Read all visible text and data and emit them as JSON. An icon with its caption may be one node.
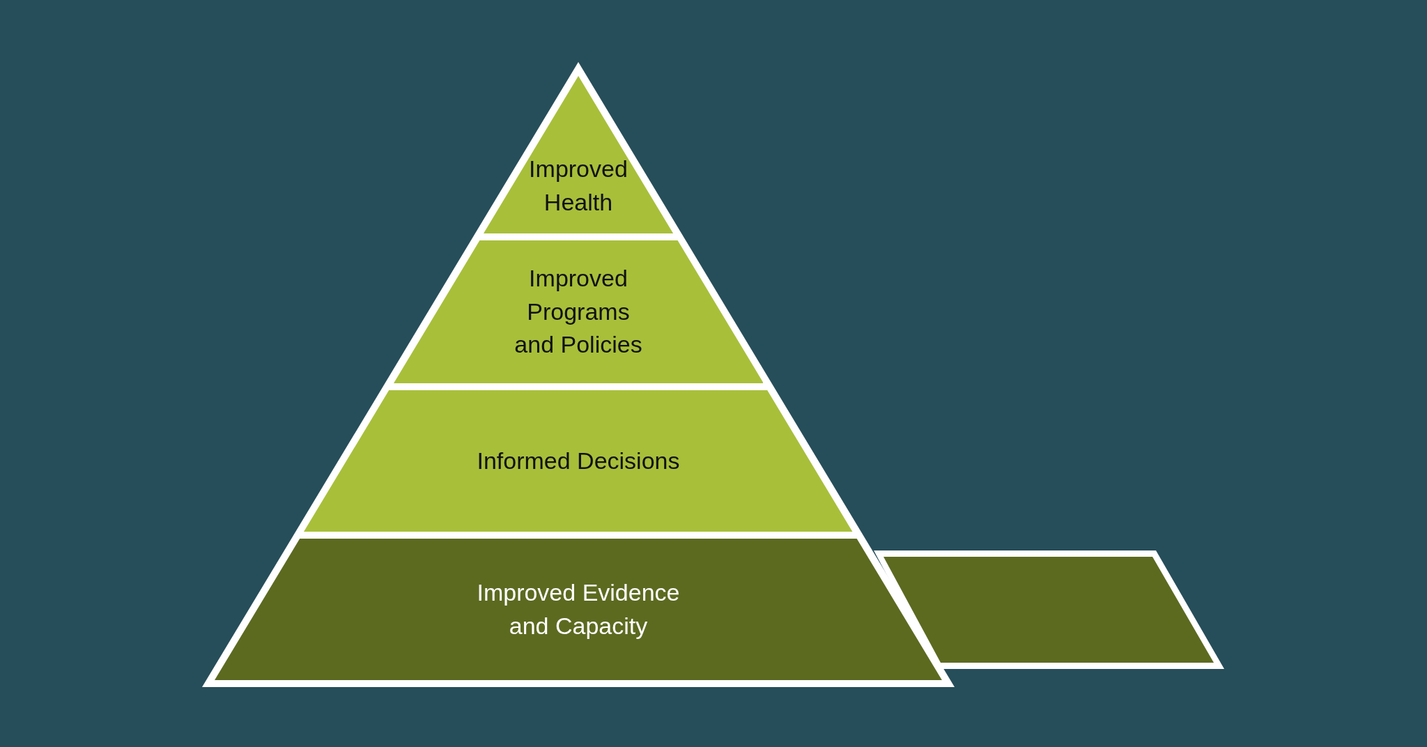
{
  "diagram": {
    "nodes": [
      {
        "text": [
          "Improved Health"
        ]
      },
      {
        "text": [
          "Improved Programs and Policies"
        ]
      },
      {
        "text": [
          "Informed Decisions"
        ]
      },
      {
        "text": [
          "Improved Evidence and Capacity"
        ]
      },
      {
        "text": [],
        "shape": "trapezoid"
      }
    ]
  }
}
